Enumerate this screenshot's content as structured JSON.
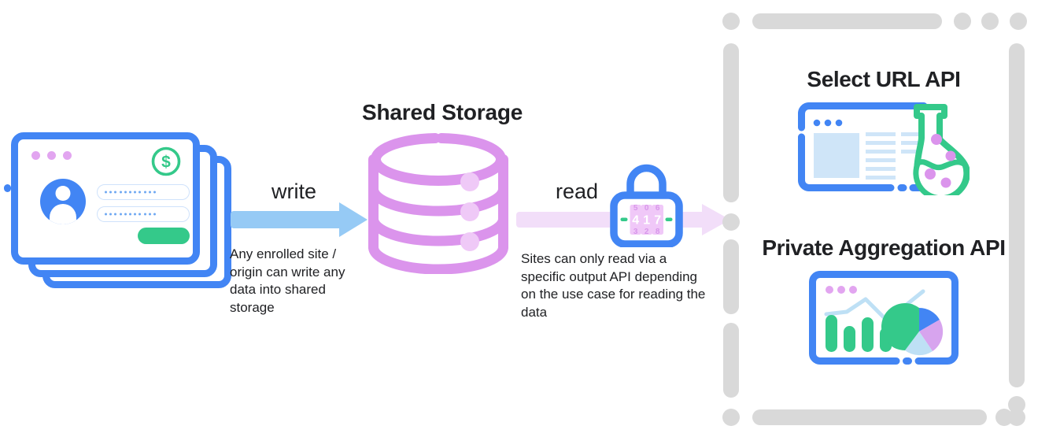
{
  "diagram": {
    "title": "Shared Storage write and read flow",
    "colors": {
      "blue": "#4285F4",
      "light_blue_arrow": "#96CAF5",
      "purple_cylinder": "#DB94EC",
      "lavender_arrow": "#F2DEF9",
      "green": "#34C98A",
      "purple_dot": "#E2A5F0",
      "gray_border": "#D9D9D9",
      "text": "#202124"
    }
  },
  "source": {
    "name": "stacked-site-windows",
    "icon": "browser-windows-stack-icon",
    "window": {
      "titlebar_dots": 3,
      "coin_icon": "dollar-coin-icon",
      "avatar_icon": "user-avatar-icon",
      "fields": [
        "password-field-1",
        "password-field-2"
      ],
      "submit_button_label": ""
    }
  },
  "write_flow": {
    "label": "write",
    "arrow": "arrow-right-icon",
    "caption": "Any enrolled site / origin can write any data into shared storage"
  },
  "storage": {
    "title": "Shared Storage",
    "icon": "database-cylinder-icon",
    "tiers": 3
  },
  "read_flow": {
    "label": "read",
    "arrow": "arrow-right-icon",
    "caption": "Sites can only read via a specific output API depending on the use case for reading the data",
    "lock": {
      "icon": "combination-lock-icon",
      "digits": [
        "4",
        "1",
        "7"
      ],
      "digit_above": [
        "5",
        "0",
        "6"
      ],
      "digit_below": [
        "3",
        "2",
        "8"
      ]
    }
  },
  "output_apis": {
    "panel": "dashed-output-apis-panel",
    "items": [
      {
        "title": "Select URL API",
        "icon": "browser-with-flask-icon",
        "art": {
          "flask_dots": 4,
          "titlebar_dots": 3
        }
      },
      {
        "title": "Private Aggregation API",
        "icon": "browser-with-charts-icon",
        "art": {
          "titlebar_dots": 3,
          "bars": 4,
          "pie_slices": 4,
          "line_series": 1
        }
      }
    ]
  }
}
